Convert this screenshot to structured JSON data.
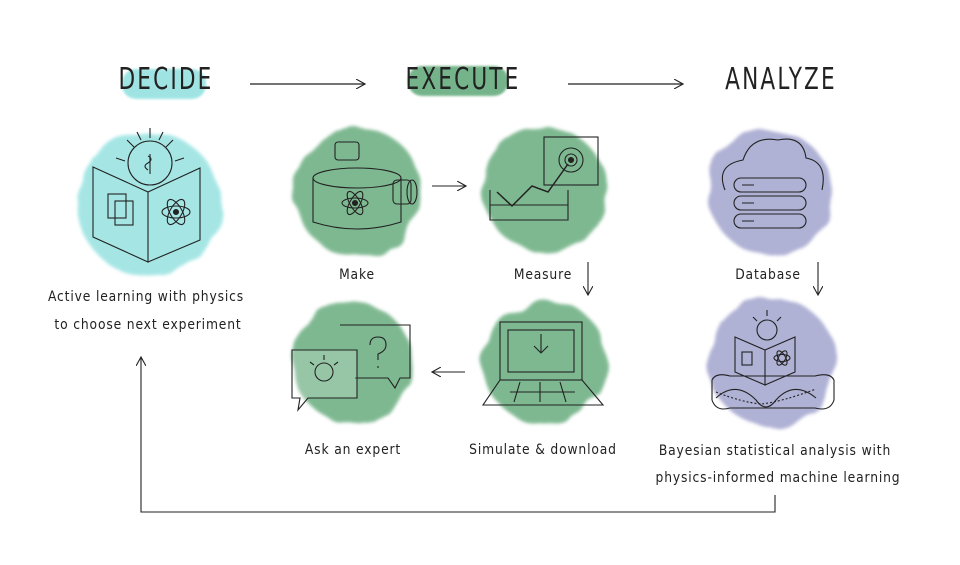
{
  "stages": {
    "decide": "DECIDE",
    "execute": "EXECUTE",
    "analyze": "ANALYZE"
  },
  "steps": {
    "decide_line1": "Active learning with physics",
    "decide_line2": "to choose next experiment",
    "make": "Make",
    "measure": "Measure",
    "database": "Database",
    "ask_expert": "Ask an expert",
    "simulate": "Simulate & download",
    "bayesian_line1": "Bayesian statistical analysis with",
    "bayesian_line2": "physics-informed machine learning"
  },
  "colors": {
    "decide": "#8fe0df",
    "execute": "#5ea776",
    "analyze": "#9c9fcb"
  }
}
